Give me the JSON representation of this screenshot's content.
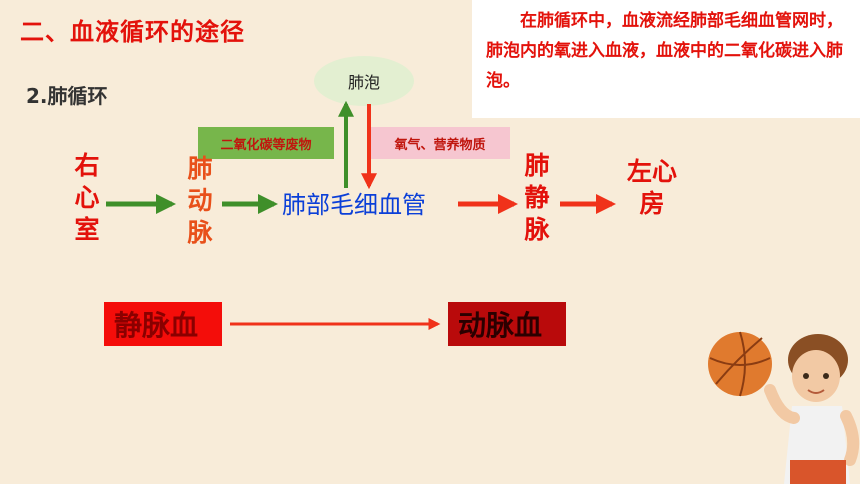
{
  "header": {
    "title": "二、血液循环的途径",
    "subtitle": "2.肺循环"
  },
  "note": {
    "text": "在肺循环中，血液流经肺部毛细血管网时，肺泡内的氧进入血液，血液中的二氧化碳进入肺泡。"
  },
  "diagram": {
    "alveolus": "肺泡",
    "waste_label": "二氧化碳等废物",
    "oxygen_label": "氧气、营养物质",
    "nodes": {
      "right_ventricle": [
        "右",
        "心",
        "室"
      ],
      "pulmonary_artery": [
        "肺",
        "动",
        "脉"
      ],
      "capillary": "肺部毛细血管",
      "pulmonary_vein": [
        "肺",
        "静",
        "脉"
      ],
      "left_atrium": [
        "左",
        "心",
        "房"
      ]
    },
    "venous_blood": "静脉血",
    "arterial_blood": "动脉血"
  },
  "colors": {
    "title_red": "#e3120b",
    "green_arrow": "#3f8f2a",
    "red_arrow": "#f0321a",
    "capillary_blue": "#0b3fd8"
  }
}
